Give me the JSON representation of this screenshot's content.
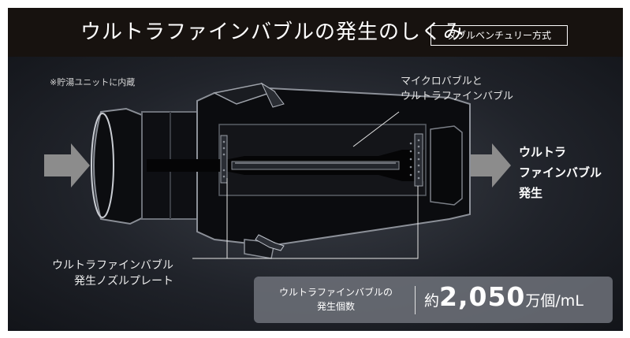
{
  "header": {
    "title": "ウルトラファインバブルの発生のしくみ",
    "method_badge": "ダブルベンチュリー方式"
  },
  "diagram": {
    "note": "※貯湯ユニットに内蔵",
    "micro_bubble_label": [
      "マイクロバブルと",
      "ウルトラファインバブル"
    ],
    "output_label": [
      "ウルトラ",
      "ファインバブル",
      "発生"
    ],
    "nozzle_label": [
      "ウルトラファインバブル",
      "発生ノズルプレート"
    ]
  },
  "stat": {
    "label": [
      "ウルトラファインバブルの",
      "発生個数"
    ],
    "prefix": "約",
    "value": "2,050",
    "unit": "万個/mL"
  },
  "colors": {
    "header_bg": "#17120f",
    "arrow": "#8c8c8c",
    "stat_box": "#6e727a"
  }
}
